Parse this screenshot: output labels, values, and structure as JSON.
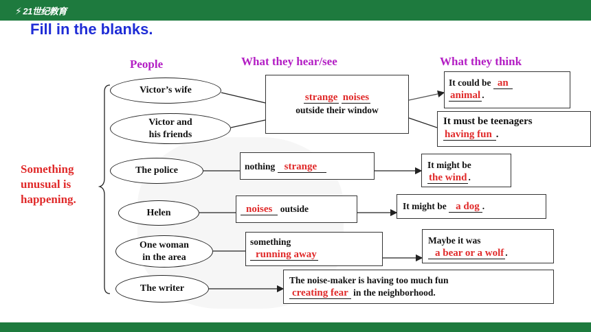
{
  "header": {
    "logo_text": "21世纪教育"
  },
  "title": "Fill in the blanks.",
  "columns": {
    "people": "People",
    "hear_see": "What they hear/see",
    "think": "What they think"
  },
  "lead": [
    "Something",
    "unusual is",
    "happening."
  ],
  "people": {
    "victors_wife": "Victor’s wife",
    "victor_friends": [
      "Victor and",
      "his friends"
    ],
    "police": "The police",
    "helen": "Helen",
    "woman": [
      "One woman",
      "in the area"
    ],
    "writer": "The writer"
  },
  "hear": {
    "strange": "strange",
    "noises": "noises",
    "window": "outside their window",
    "nothing": "nothing",
    "police_ans": "strange",
    "helen_ans": "noises",
    "outside": "outside",
    "something": "something",
    "woman_ans": "running away",
    "writer_line1": "The noise-maker is having too much fun",
    "writer_ans": "creating fear",
    "writer_line2": "in the neighborhood."
  },
  "think": {
    "wife_line": "It could be",
    "wife_ans1": "an",
    "wife_ans2": "animal",
    "friends_line": "It must be teenagers",
    "friends_ans": "having fun",
    "police_line": "It might be",
    "police_ans": "the wind",
    "helen_line": "It might be",
    "helen_ans": "a dog",
    "woman_line": "Maybe it was",
    "woman_ans": "a bear or a wolf"
  }
}
